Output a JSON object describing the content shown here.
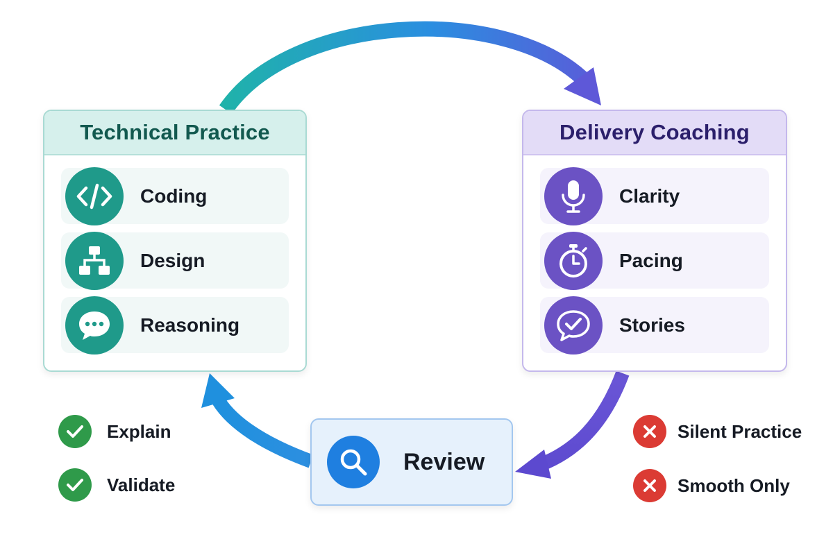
{
  "technical_practice": {
    "title": "Technical Practice",
    "items": [
      {
        "label": "Coding",
        "icon": "code-icon"
      },
      {
        "label": "Design",
        "icon": "hierarchy-icon"
      },
      {
        "label": "Reasoning",
        "icon": "chat-bubble-icon"
      }
    ],
    "accent": "#1f9a8a"
  },
  "delivery_coaching": {
    "title": "Delivery Coaching",
    "items": [
      {
        "label": "Clarity",
        "icon": "microphone-icon"
      },
      {
        "label": "Pacing",
        "icon": "stopwatch-icon"
      },
      {
        "label": "Stories",
        "icon": "check-bubble-icon"
      }
    ],
    "accent": "#6b52c4"
  },
  "review": {
    "label": "Review",
    "icon": "magnifier-icon",
    "accent": "#1f7fe0"
  },
  "do_list": [
    {
      "label": "Explain",
      "icon": "checkmark-icon"
    },
    {
      "label": "Validate",
      "icon": "checkmark-icon"
    }
  ],
  "dont_list": [
    {
      "label": "Silent Practice",
      "icon": "x-icon"
    },
    {
      "label": "Smooth Only",
      "icon": "x-icon"
    }
  ],
  "colors": {
    "do": "#2f9a4a",
    "dont": "#db3b34",
    "arrow_teal": "#1fb0a3",
    "arrow_blue": "#2a8ee0",
    "arrow_purple": "#6a4fd0"
  }
}
